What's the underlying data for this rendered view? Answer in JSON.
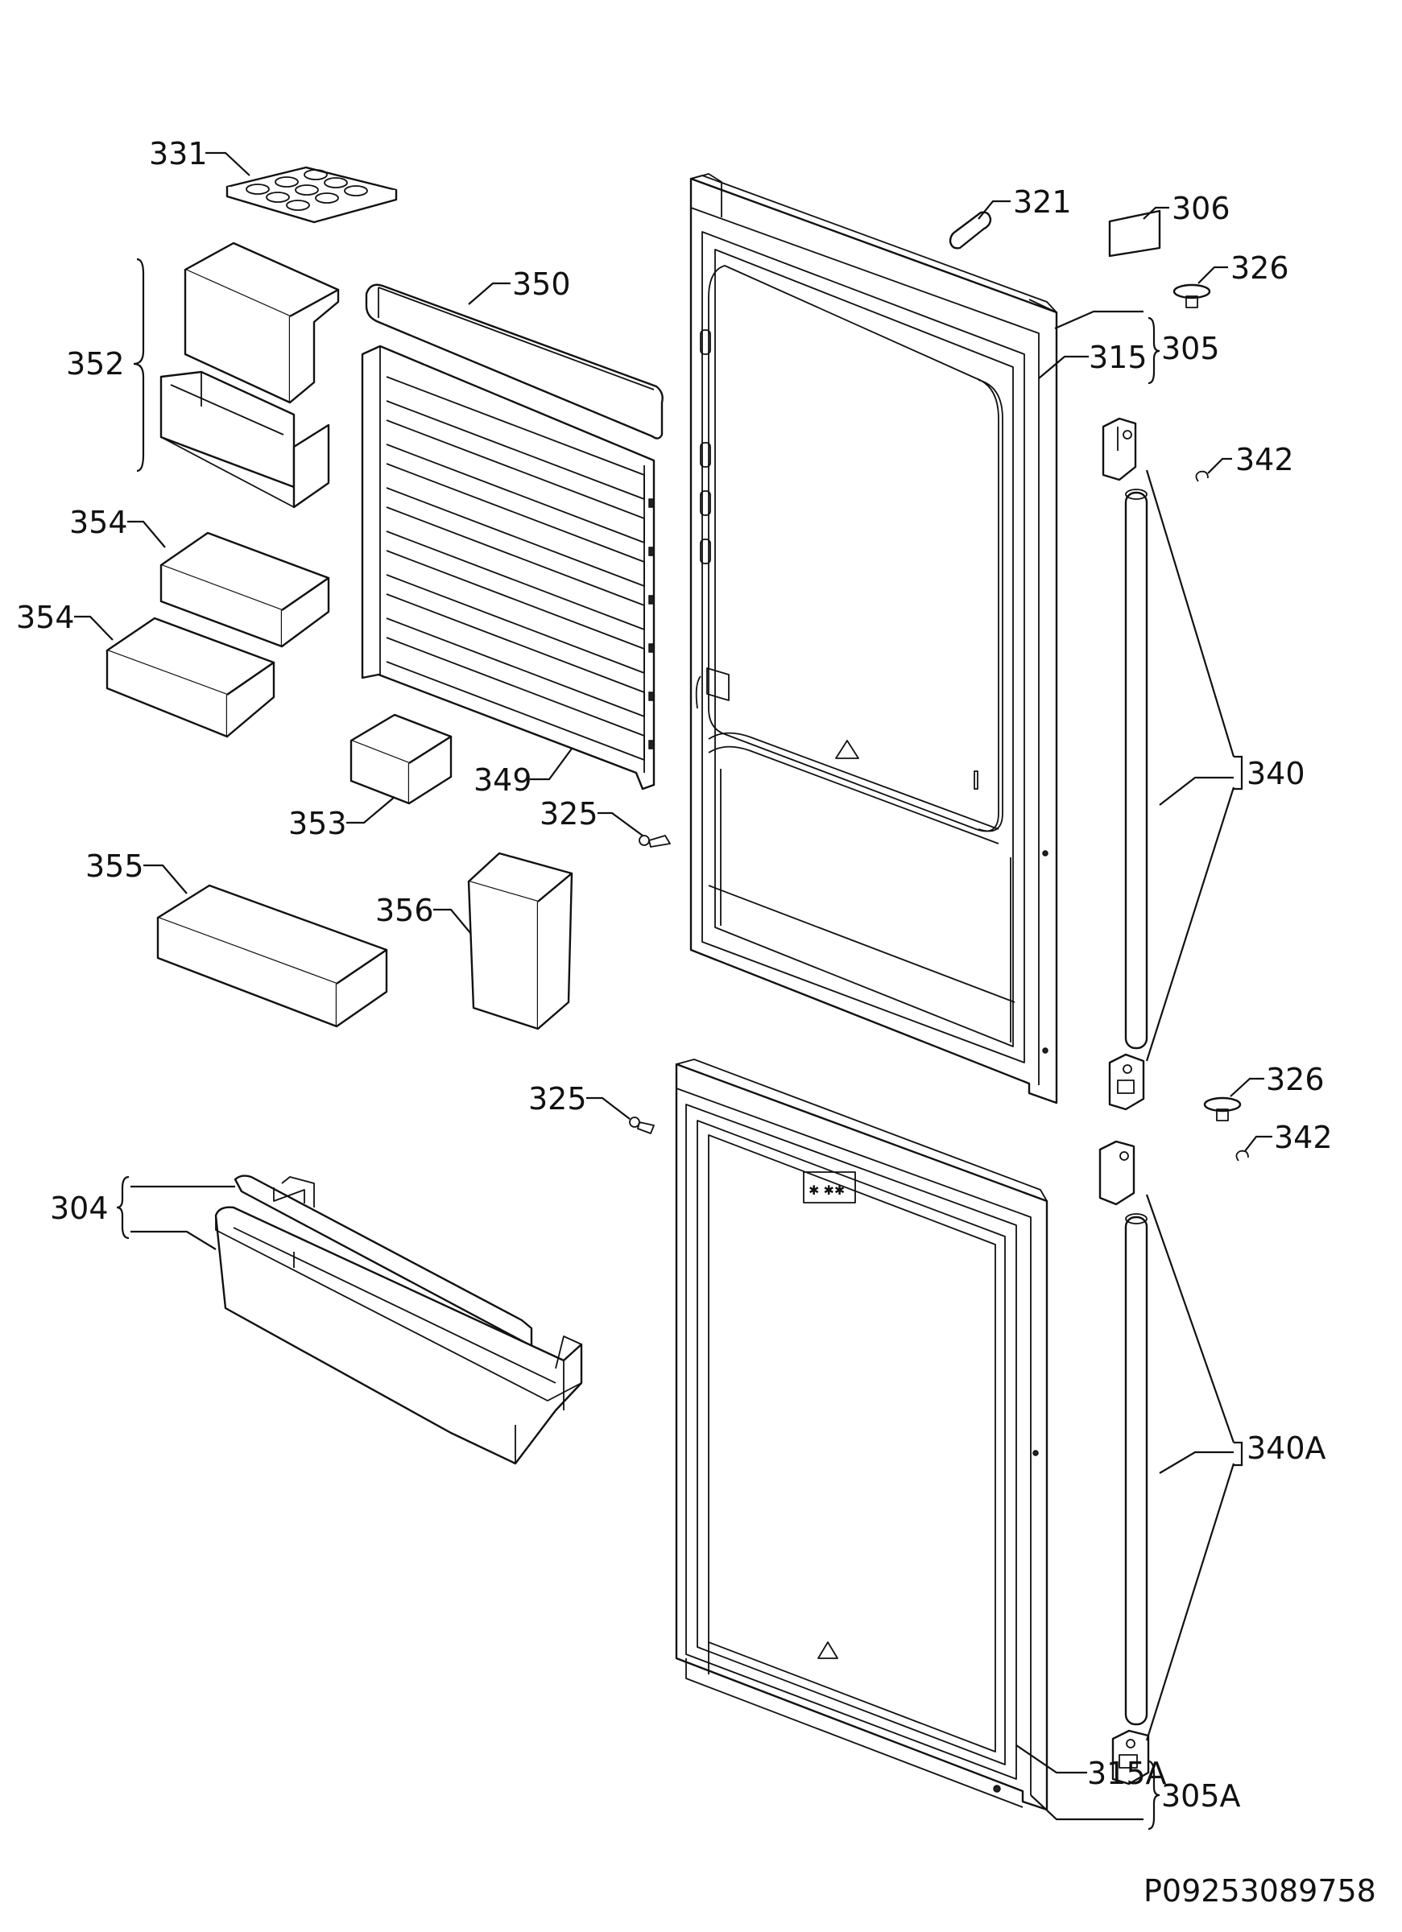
{
  "drawing_code": "P09253089758",
  "labels": {
    "l331": "331",
    "l321": "321",
    "l306": "306",
    "l326a": "326",
    "l352": "352",
    "l350": "350",
    "l315": "315",
    "l305": "305",
    "l342a": "342",
    "l354a": "354",
    "l354b": "354",
    "l340": "340",
    "l349": "349",
    "l353": "353",
    "l325a": "325",
    "l355": "355",
    "l356": "356",
    "l325b": "325",
    "l326b": "326",
    "l342b": "342",
    "l304": "304",
    "l340a": "340A",
    "l315a": "315A",
    "l305a": "305A"
  }
}
